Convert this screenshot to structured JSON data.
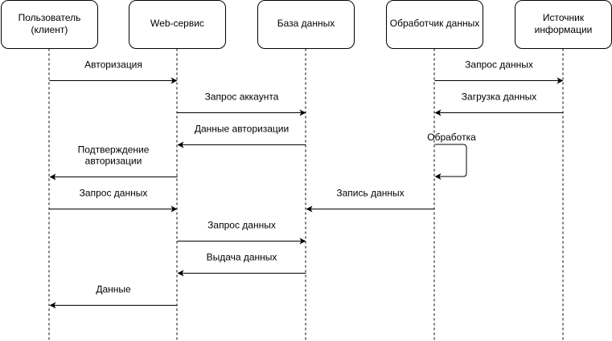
{
  "actors": [
    {
      "id": "user",
      "label": [
        "Пользователь",
        "(клиент)"
      ]
    },
    {
      "id": "web",
      "label": [
        "Web-сервис"
      ]
    },
    {
      "id": "db",
      "label": [
        "База данных"
      ]
    },
    {
      "id": "processor",
      "label": [
        "Обработчик данных"
      ]
    },
    {
      "id": "source",
      "label": [
        "Источник",
        "информации"
      ]
    }
  ],
  "messages": [
    {
      "from": "user",
      "to": "web",
      "label": [
        "Авторизация"
      ]
    },
    {
      "from": "web",
      "to": "db",
      "label": [
        "Запрос аккаунта"
      ]
    },
    {
      "from": "db",
      "to": "web",
      "label": [
        "Данные авторизации"
      ]
    },
    {
      "from": "web",
      "to": "user",
      "label": [
        "Подтверждение",
        "авторизации"
      ]
    },
    {
      "from": "user",
      "to": "web",
      "label": [
        "Запрос данных"
      ]
    },
    {
      "from": "web",
      "to": "db",
      "label": [
        "Запрос данных"
      ]
    },
    {
      "from": "db",
      "to": "web",
      "label": [
        "Выдача данных"
      ]
    },
    {
      "from": "web",
      "to": "user",
      "label": [
        "Данные"
      ]
    },
    {
      "from": "processor",
      "to": "source",
      "label": [
        "Запрос данных"
      ]
    },
    {
      "from": "source",
      "to": "processor",
      "label": [
        "Загрузка данных"
      ]
    },
    {
      "from": "processor",
      "to": "processor",
      "label": [
        "Обработка"
      ]
    },
    {
      "from": "processor",
      "to": "db",
      "label": [
        "Запись данных"
      ]
    }
  ]
}
